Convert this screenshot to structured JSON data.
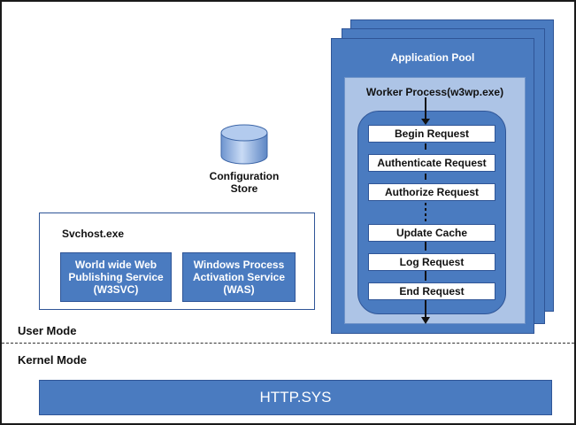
{
  "diagram": {
    "configuration_store": {
      "label": "Configuration\nStore",
      "icon": "database-cylinder-icon"
    },
    "svchost": {
      "title": "Svchost.exe",
      "services": [
        {
          "label": "World wide Web\nPublishing  Service\n(W3SVC)"
        },
        {
          "label": "Windows Process\nActivation Service\n(WAS)"
        }
      ]
    },
    "application_pool": {
      "title": "Application Pool",
      "worker_process": {
        "title": "Worker Process(w3wp.exe)",
        "steps": [
          "Begin Request",
          "Authenticate Request",
          "Authorize Request",
          "Update Cache",
          "Log Request",
          "End Request"
        ]
      }
    },
    "modes": {
      "user": "User Mode",
      "kernel": "Kernel Mode"
    },
    "http_sys": {
      "label": "HTTP.SYS"
    }
  },
  "colors": {
    "box_fill": "#4a7bc0",
    "box_border": "#2f5597",
    "worker_fill": "#adc4e6",
    "cylinder_fill": "#8fb2e4"
  }
}
